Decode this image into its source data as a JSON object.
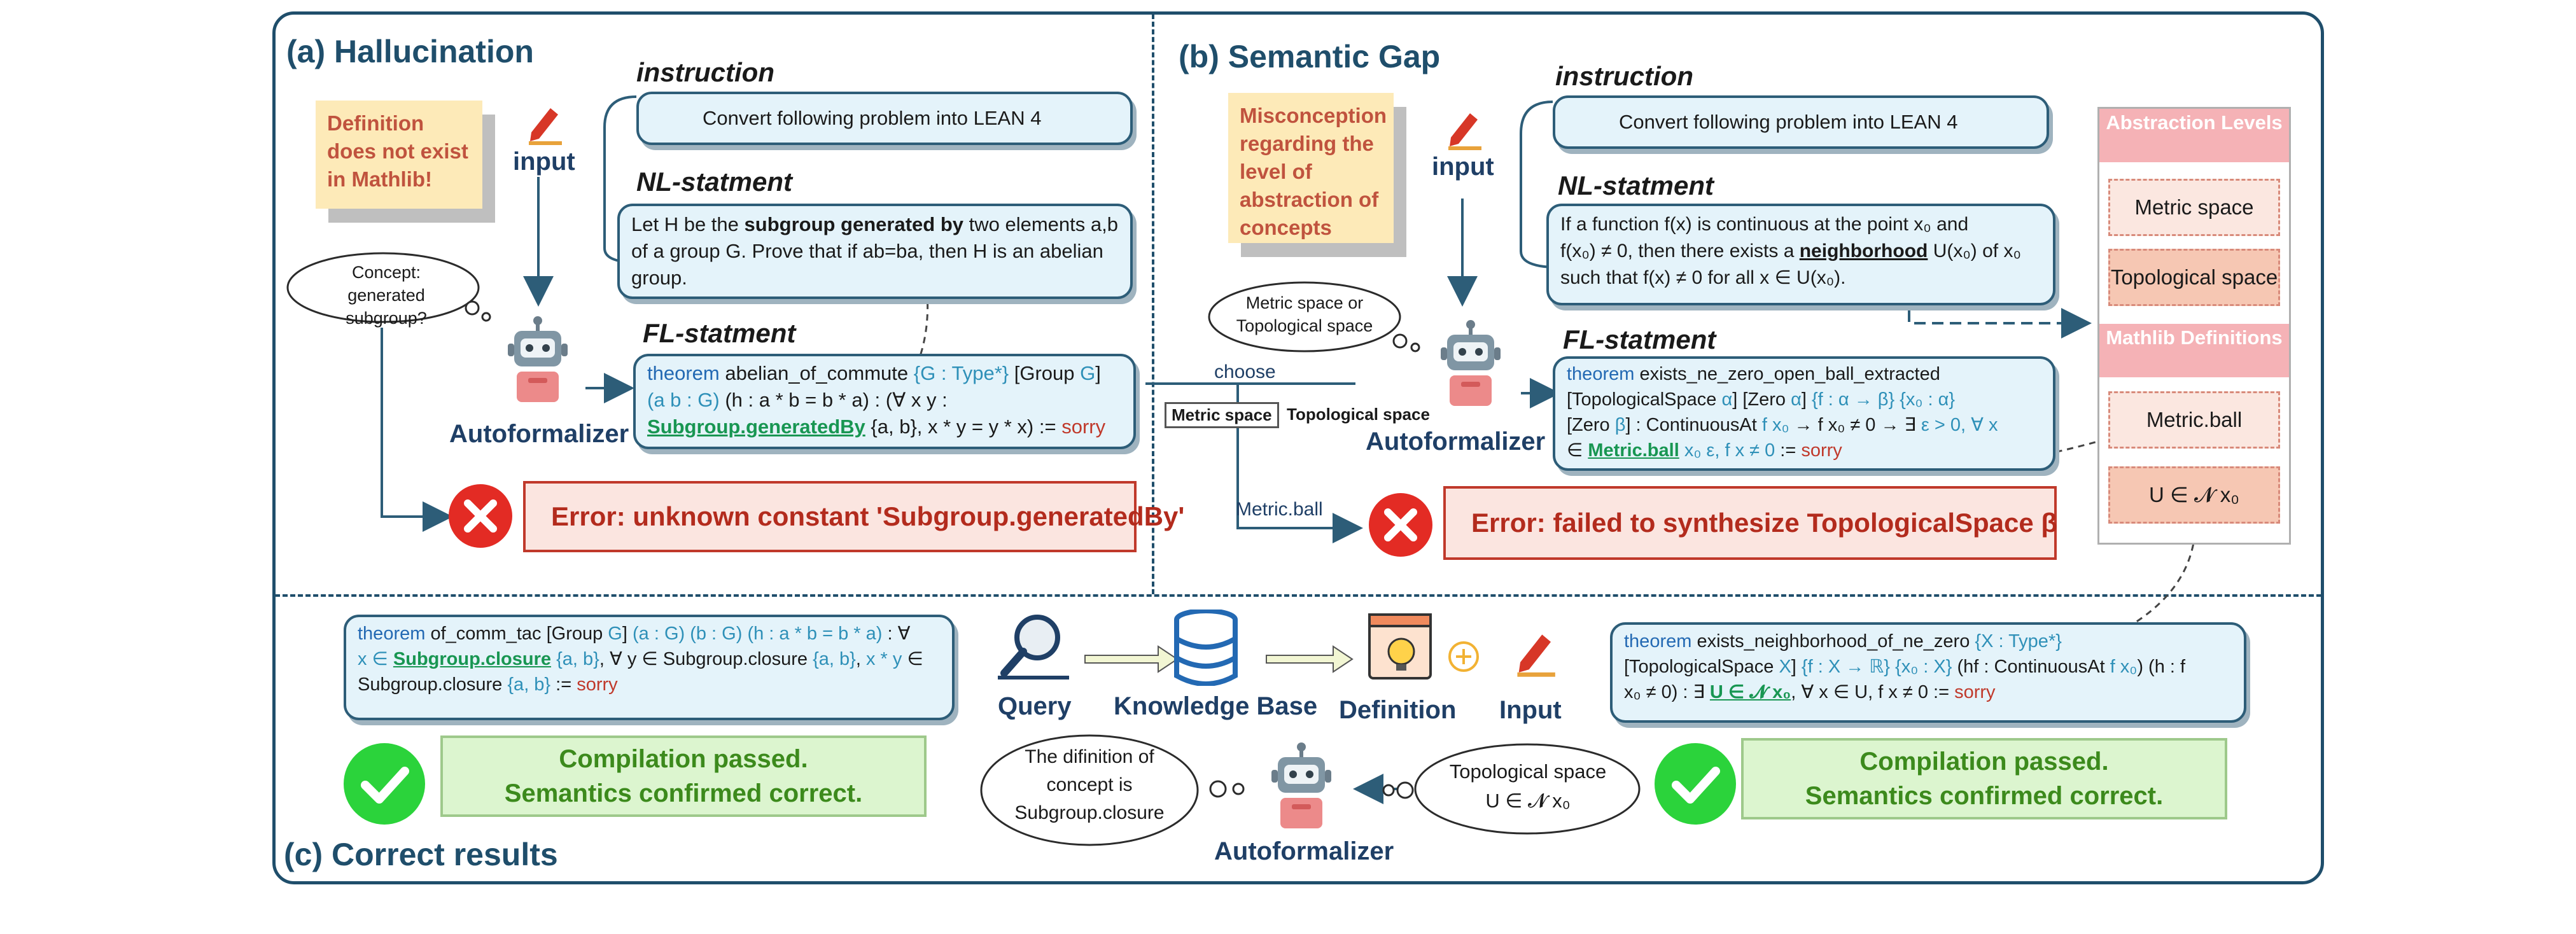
{
  "panel_a": {
    "title": "(a)  Hallucination",
    "note": "Definition does not exist in Mathlib!",
    "input_label": "input",
    "instruction_heading": "instruction",
    "instruction_text": "Convert following problem into LEAN 4",
    "nl_heading": "NL-statment",
    "nl_text_1": "Let H be the ",
    "nl_text_bold": "subgroup generated by",
    "nl_text_2": " two elements a,b of a group G. Prove that if ab=ba, then H is an abelian group.",
    "thought": "Concept: generated subgroup?",
    "agent_label": "Autoformalizer",
    "fl_heading": "FL-statment",
    "fl_kw": "theorem",
    "fl_name": " abelian_of_commute ",
    "fl_part1": "{G : Type*}",
    "fl_part2": " [Group ",
    "fl_part3": "G",
    "fl_part4": "]",
    "fl_part5": "(a b : G)",
    "fl_part6": " (h : a * b = b * a) : (∀ x y :",
    "fl_green": "Subgroup.generatedBy",
    "fl_part7": " {a, b}, x * y = y * x) := ",
    "fl_sorry": "sorry",
    "error": "Error: unknown constant 'Subgroup.generatedBy'"
  },
  "panel_b": {
    "title": "(b)  Semantic Gap",
    "note": "Misconception regarding the level of abstraction of concepts",
    "input_label": "input",
    "instruction_heading": "instruction",
    "instruction_text": "Convert following problem into LEAN 4",
    "nl_heading": "NL-statment",
    "nl_line1": "If a function f(x) is continuous at the point x₀  and",
    "nl_line2a": "f(x₀) ≠ 0, then there exists a ",
    "nl_line2b": "neighborhood",
    "nl_line2c": "  U(x₀) of x₀",
    "nl_line3": "such that  f(x) ≠ 0  for all x ∈ U(x₀).",
    "thought": "Metric space or Topological space",
    "choose_label": "choose",
    "choice_metric": "Metric space",
    "choice_topo": "Topological space",
    "metric_ball_label": "Metric.ball",
    "agent_label": "Autoformalizer",
    "fl_heading": "FL-statment",
    "fl_kw": "theorem",
    "fl_name": " exists_ne_zero_open_ball_extracted",
    "fl_line2a": "[TopologicalSpace ",
    "fl_line2b": "α",
    "fl_line2c": "] [Zero ",
    "fl_line2d": "α",
    "fl_line2e": "] ",
    "fl_line2f": "{f : α → β} {x₀ : α}",
    "fl_line3a": "[Zero ",
    "fl_line3b": "β",
    "fl_line3c": "] : ContinuousAt ",
    "fl_line3d": "f x₀",
    "fl_line3e": " → f x₀ ≠ 0 → ∃ ",
    "fl_line3f": "ε > 0, ∀ x",
    "fl_line4a": "∈ ",
    "fl_line4b": "Metric.ball",
    "fl_line4c": " x₀ ε, f x ≠ 0",
    "fl_line4d": " := ",
    "fl_sorry": "sorry",
    "error": "Error: failed to synthesize TopologicalSpace β",
    "abstraction_head": "Abstraction Levels",
    "abstraction_items": [
      "Metric space",
      "Topological space"
    ],
    "mathlib_head": "Mathlib Definitions",
    "mathlib_items": [
      "Metric.ball",
      "U ∈ 𝓝 x₀"
    ]
  },
  "panel_c": {
    "title": "(c)  Correct results",
    "left_code_kw": "theorem",
    "left_code_1": " of_comm_tac [Group ",
    "left_code_2": "G",
    "left_code_3": "] ",
    "left_code_4": "(a : G) (b : G) (h : a * b = b * a)",
    "left_code_5": " : ∀",
    "left_code_6": "x ∈ ",
    "left_code_green": "Subgroup.closure",
    "left_code_7": " {a, b}",
    "left_code_8": ", ∀ y ∈ Subgroup.closure ",
    "left_code_9": "{a, b}",
    "left_code_10": ", ",
    "left_code_11": "x * y",
    "left_code_12": " ∈",
    "left_code_13": "Subgroup.closure ",
    "left_code_14": "{a, b}",
    "left_code_15": " := ",
    "left_code_sorry": "sorry",
    "left_ok_1": "Compilation passed.",
    "left_ok_2": "Semantics confirmed correct.",
    "query_label": "Query",
    "kb_label": "Knowledge Base",
    "definition_label": "Definition",
    "input_label": "Input",
    "thought_left": "The difinition of concept is Subgroup.closure",
    "thought_right": "Topological space U ∈ 𝓝 x₀",
    "agent_label": "Autoformalizer",
    "right_code_kw": "theorem",
    "right_code_1": " exists_neighborhood_of_ne_zero ",
    "right_code_2": "{X : Type*}",
    "right_code_3": "[TopologicalSpace ",
    "right_code_4": "X",
    "right_code_5": "] ",
    "right_code_6": "{f : X → ℝ} {x₀ : X}",
    "right_code_7": "  (hf : ContinuousAt ",
    "right_code_8": "f x₀",
    "right_code_9": ") (h : f",
    "right_code_10": "x₀ ≠ 0) : ∃ ",
    "right_code_green": "U ∈ 𝓝 x₀",
    "right_code_11": ", ∀ x ∈ U, f x ≠ 0 := ",
    "right_code_sorry": "sorry",
    "right_ok_1": "Compilation passed.",
    "right_ok_2": "Semantics confirmed correct."
  },
  "colors": {
    "frame": "#1f4e6b",
    "keyword": "#2369b3",
    "green_term": "#189652",
    "error": "#b32b1d",
    "pass": "#3c8a1c"
  },
  "icons": [
    "pencil-icon",
    "robot-icon",
    "error-x-icon",
    "check-icon",
    "magnifier-icon",
    "database-icon",
    "definition-icon",
    "plus-icon"
  ]
}
